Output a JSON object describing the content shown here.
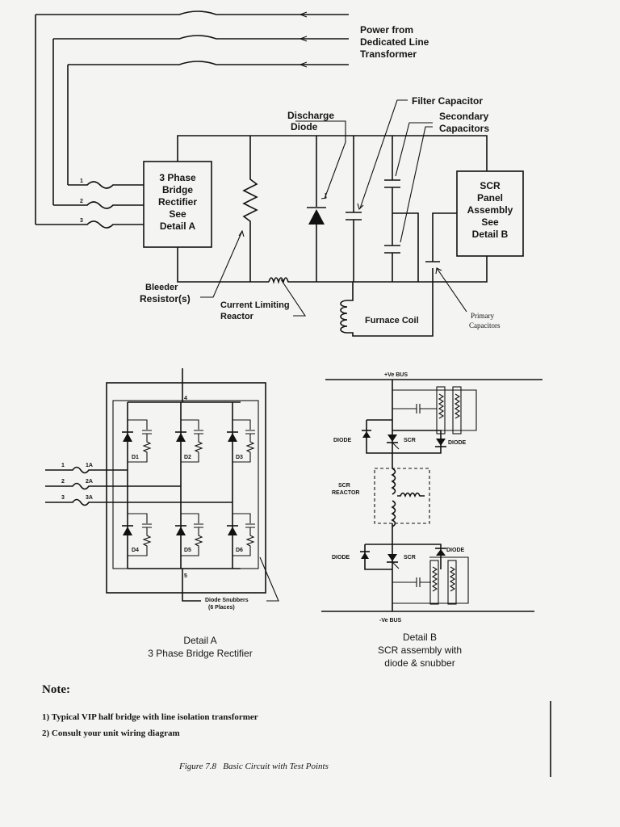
{
  "labels": {
    "power_from": "Power from",
    "dedicated_line": "Dedicated Line",
    "transformer": "Transformer",
    "filter_capacitor": "Filter Capacitor",
    "secondary": "Secondary",
    "capacitors": "Capacitors",
    "discharge": "Discharge",
    "diode": "Diode",
    "rectifier_box": [
      "3 Phase",
      "Bridge",
      "Rectifier",
      "See",
      "Detail A"
    ],
    "scr_box": [
      "SCR",
      "Panel",
      "Assembly",
      "See",
      "Detail B"
    ],
    "bleeder": "Bleeder",
    "resistors": "Resistor(s)",
    "current_limiting": "Current Limiting",
    "reactor": "Reactor",
    "furnace_coil": "Furnace Coil",
    "primary": "Primary",
    "primary_capacitors": "Capacitors",
    "phase_numbers": [
      "1",
      "2",
      "3"
    ]
  },
  "detail_a": {
    "phase_inputs": [
      "1",
      "2",
      "3"
    ],
    "phase_outputs": [
      "1A",
      "2A",
      "3A"
    ],
    "node_top": "4",
    "node_bottom": "5",
    "diodes": [
      "D1",
      "D2",
      "D3",
      "D4",
      "D5",
      "D6"
    ],
    "snubbers_1": "Diode Snubbers",
    "snubbers_2": "(6 Places)",
    "caption_1": "Detail A",
    "caption_2": "3 Phase Bridge Rectifier"
  },
  "detail_b": {
    "pos_bus": "+Ve BUS",
    "neg_bus": "-Ve BUS",
    "diode": "DIODE",
    "scr": "SCR",
    "scr_reactor_1": "SCR",
    "scr_reactor_2": "REACTOR",
    "caption_1": "Detail B",
    "caption_2": "SCR assembly with",
    "caption_3": "diode & snubber"
  },
  "notes": {
    "heading": "Note:",
    "items": [
      "1) Typical VIP half bridge with line isolation transformer",
      "2) Consult your unit wiring diagram"
    ]
  },
  "figure_caption": "Figure 7.8   Basic Circuit with Test Points"
}
